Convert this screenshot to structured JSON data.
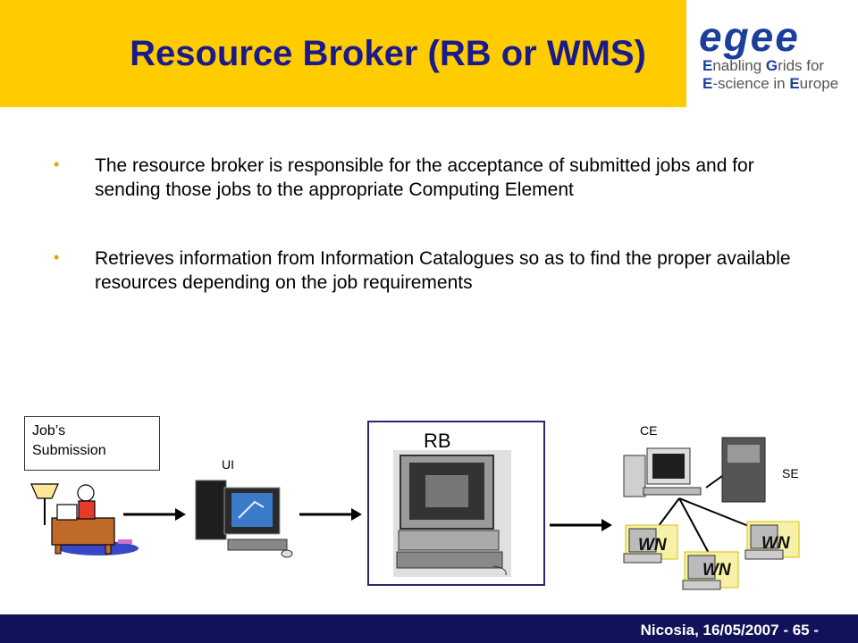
{
  "header": {
    "title": "Resource Broker (RB or WMS)",
    "logo": {
      "word": "egee",
      "line1_initial": "E",
      "line1_rest": "nabling ",
      "line1_initial2": "G",
      "line1_end": "rids for",
      "line2_initial": "E",
      "line2_mid": "-science in ",
      "line2_initial2": "E",
      "line2_end": "urope"
    }
  },
  "bullets": [
    {
      "text": "The resource broker is responsible for the acceptance of submitted jobs and for sending those jobs to the appropriate Computing Element"
    },
    {
      "text": "Retrieves information from Information Catalogues so as to find the proper available resources depending on the job requirements"
    }
  ],
  "diagram": {
    "jobs_submission_line1": "Job’s",
    "jobs_submission_line2": "Submission",
    "ui_label": "UI",
    "rb_label": "RB",
    "ce_label": "CE",
    "se_label": "SE",
    "wn_labels": [
      "WN",
      "WN",
      "WN"
    ]
  },
  "footer": {
    "text": "Nicosia, 16/05/2007 - 65 -"
  },
  "colors": {
    "title_band": "#ffcc00",
    "title_text": "#1a1a8c",
    "footer_bg": "#12125a",
    "bullet": "#e8a000"
  }
}
